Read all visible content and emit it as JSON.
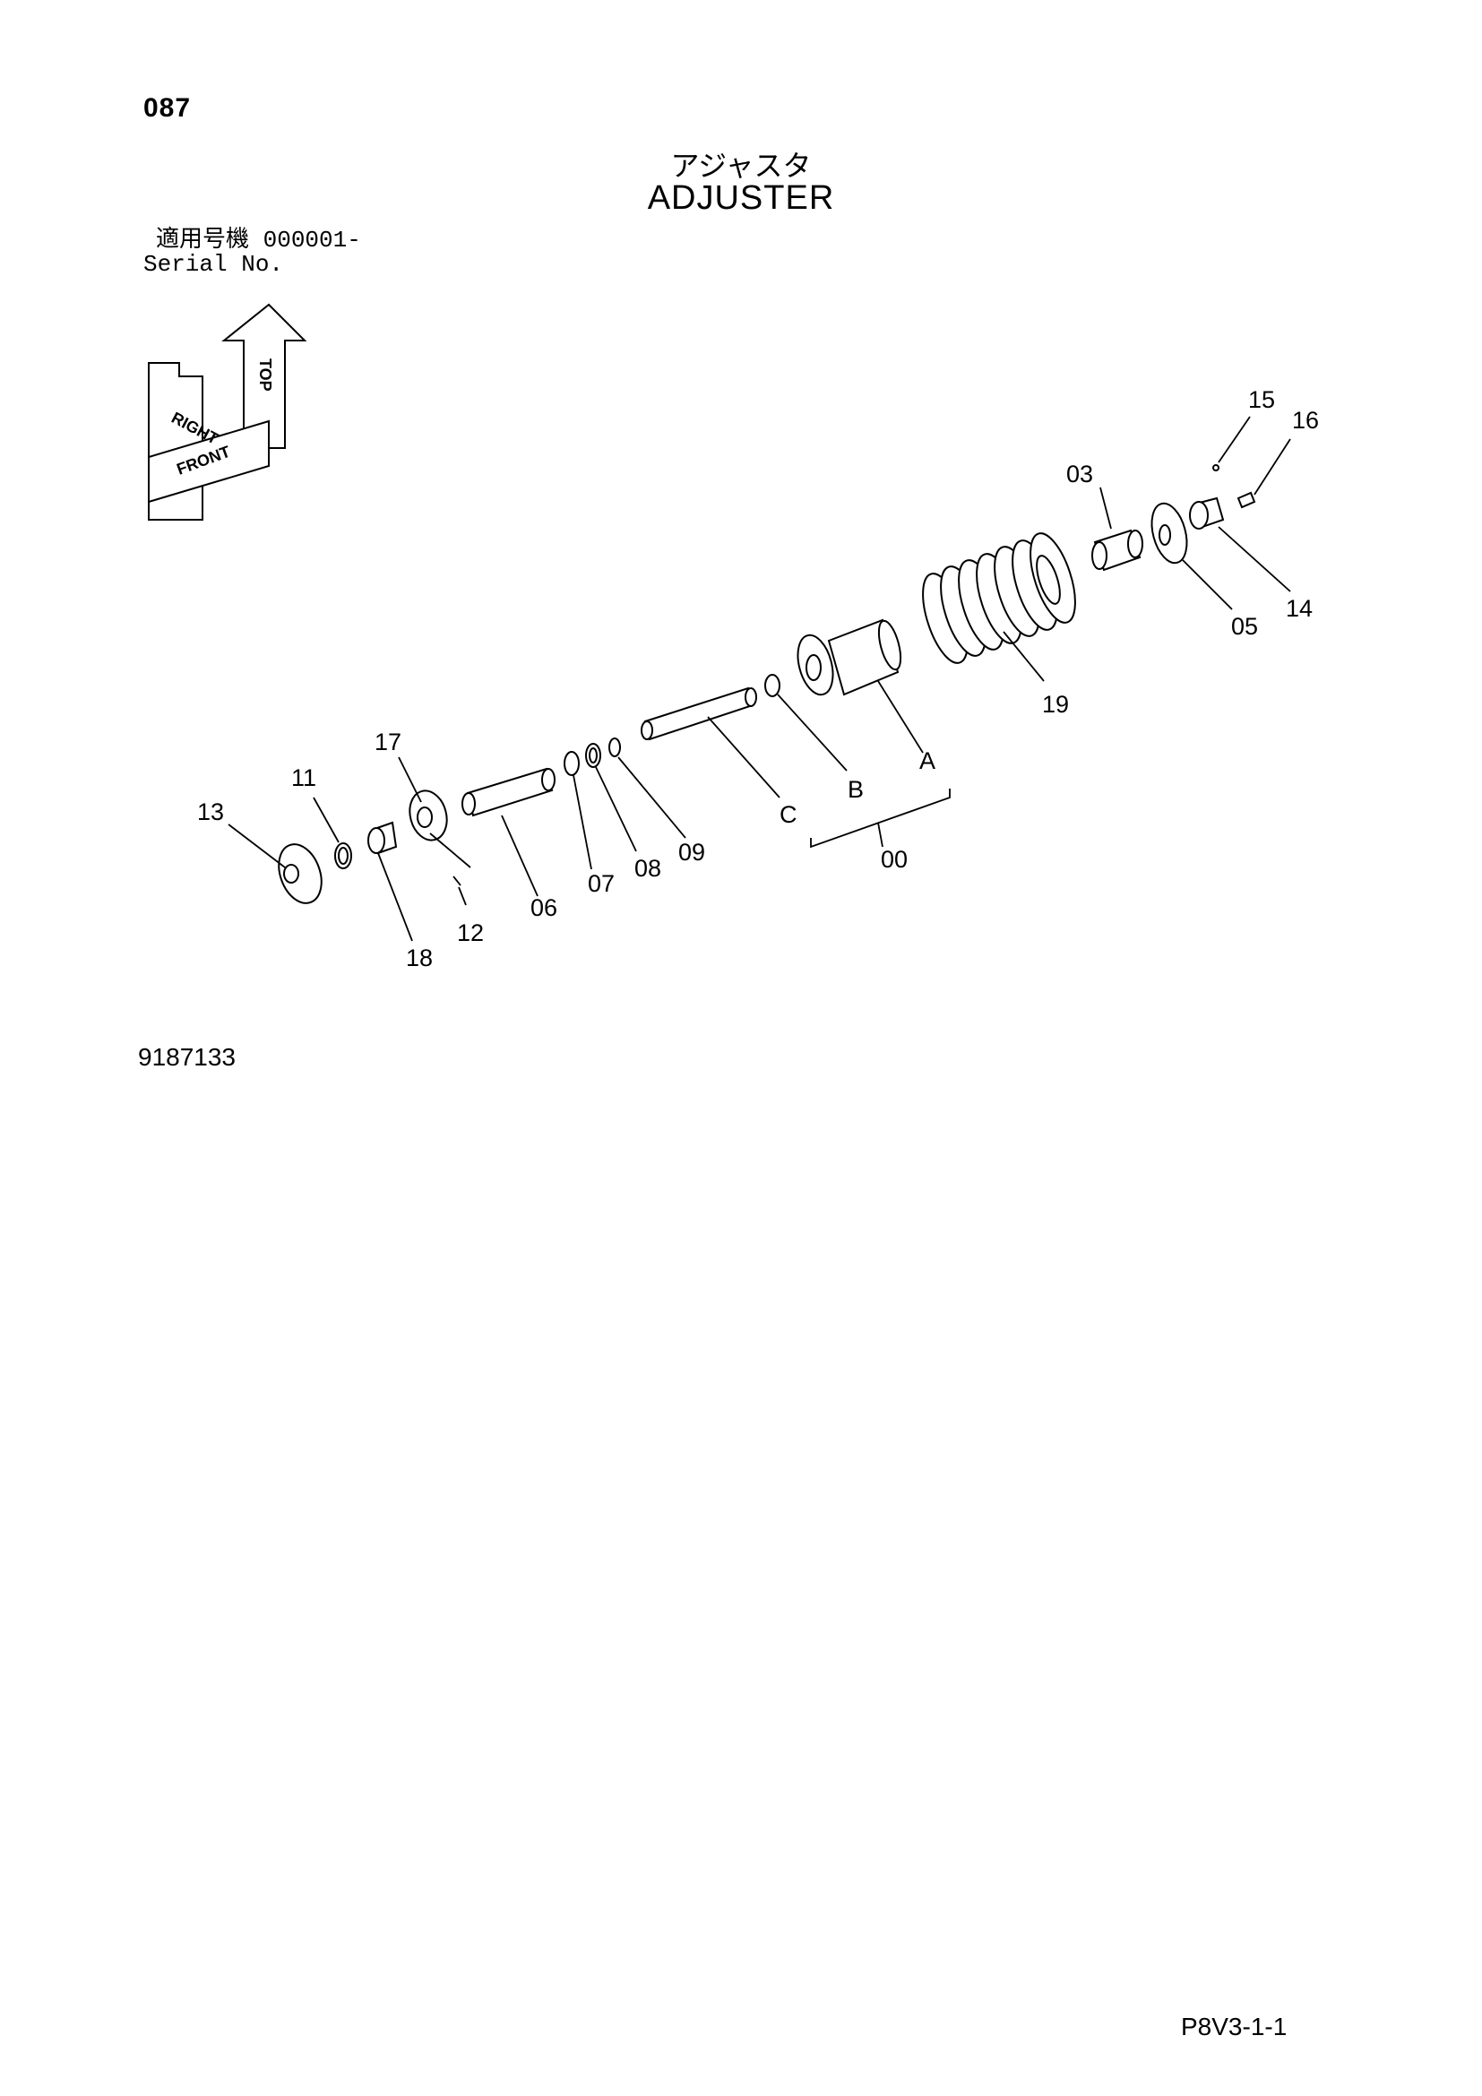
{
  "page_number": "087",
  "title_jp": "アジャスタ",
  "title_en": "ADJUSTER",
  "serial": {
    "label_jp": "適用号機",
    "value": "000001-",
    "label_en": "Serial No."
  },
  "orientation": {
    "top": "TOP",
    "right": "RIGHT",
    "front": "FRONT"
  },
  "drawing_number": "9187133",
  "page_code": "P8V3-1-1",
  "parts": {
    "p00": "00",
    "p03": "03",
    "p05": "05",
    "p06": "06",
    "p07": "07",
    "p08": "08",
    "p09": "09",
    "p11": "11",
    "p12": "12",
    "p13": "13",
    "p14": "14",
    "p15": "15",
    "p16": "16",
    "p17": "17",
    "p18": "18",
    "p19": "19",
    "pA": "A",
    "pB": "B",
    "pC": "C"
  }
}
